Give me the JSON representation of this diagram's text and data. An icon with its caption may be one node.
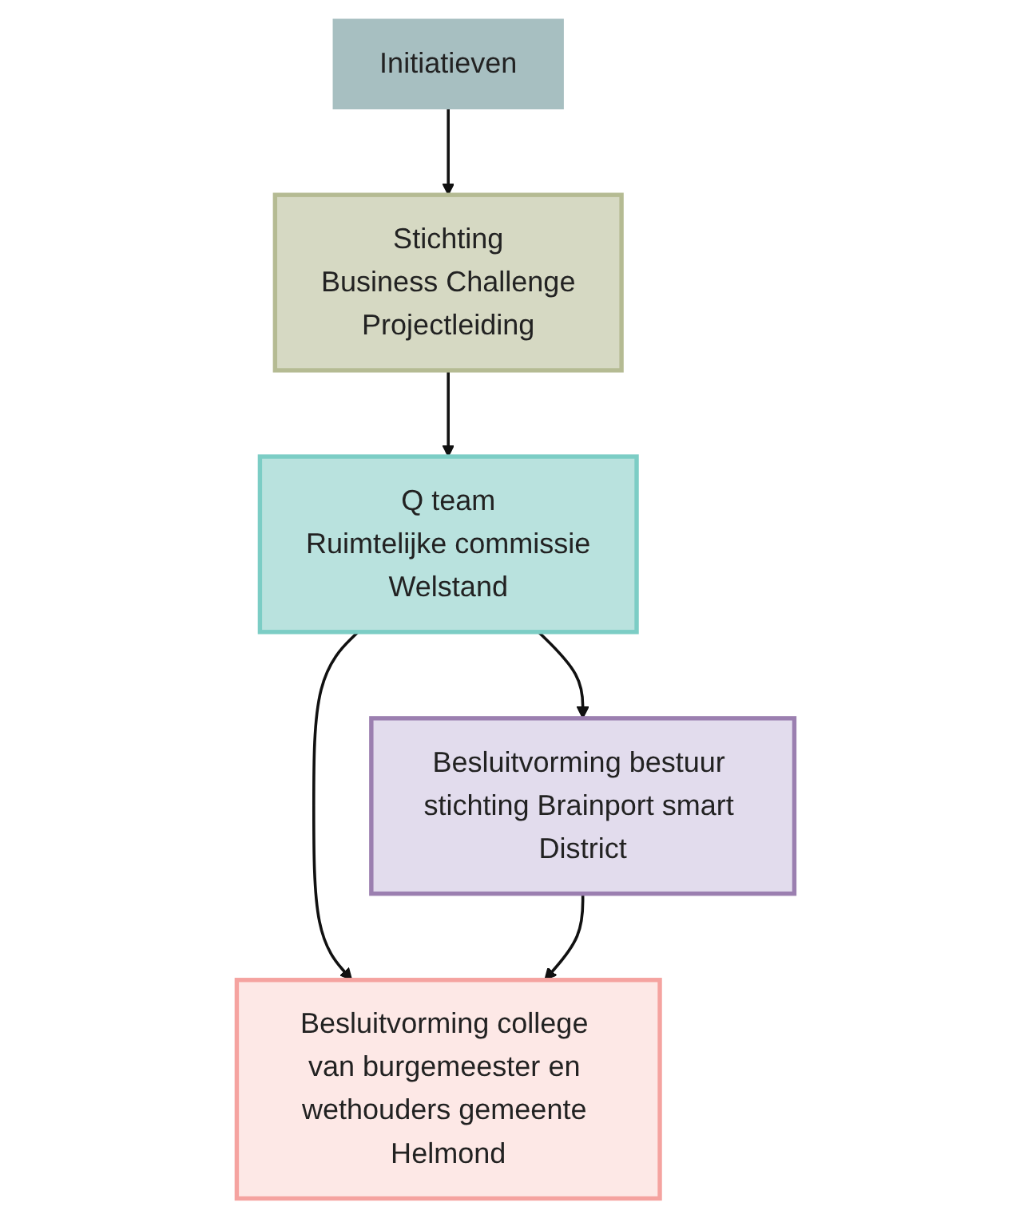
{
  "diagram": {
    "nodes": [
      {
        "text": [
          "Initiatieven"
        ]
      },
      {
        "text": [
          "Stichting",
          "Business Challenge",
          "Projectleiding"
        ]
      },
      {
        "text": [
          "Q team",
          "Ruimtelijke commissie",
          "Welstand"
        ]
      },
      {
        "text": [
          "Besluitvorming bestuur stichting Brainport smart District"
        ]
      },
      {
        "text": [
          "Besluitvorming college van burgemeester en wethouders gemeente Helmond"
        ]
      }
    ],
    "edges": [
      {
        "from": 0,
        "to": 1,
        "arrow": "to"
      },
      {
        "from": 1,
        "to": 2,
        "arrow": "to"
      },
      {
        "from": 2,
        "to": 3,
        "arrow": "to"
      },
      {
        "from": 2,
        "to": 4,
        "arrow": "to"
      },
      {
        "from": 3,
        "to": 4,
        "arrow": "to"
      }
    ]
  }
}
